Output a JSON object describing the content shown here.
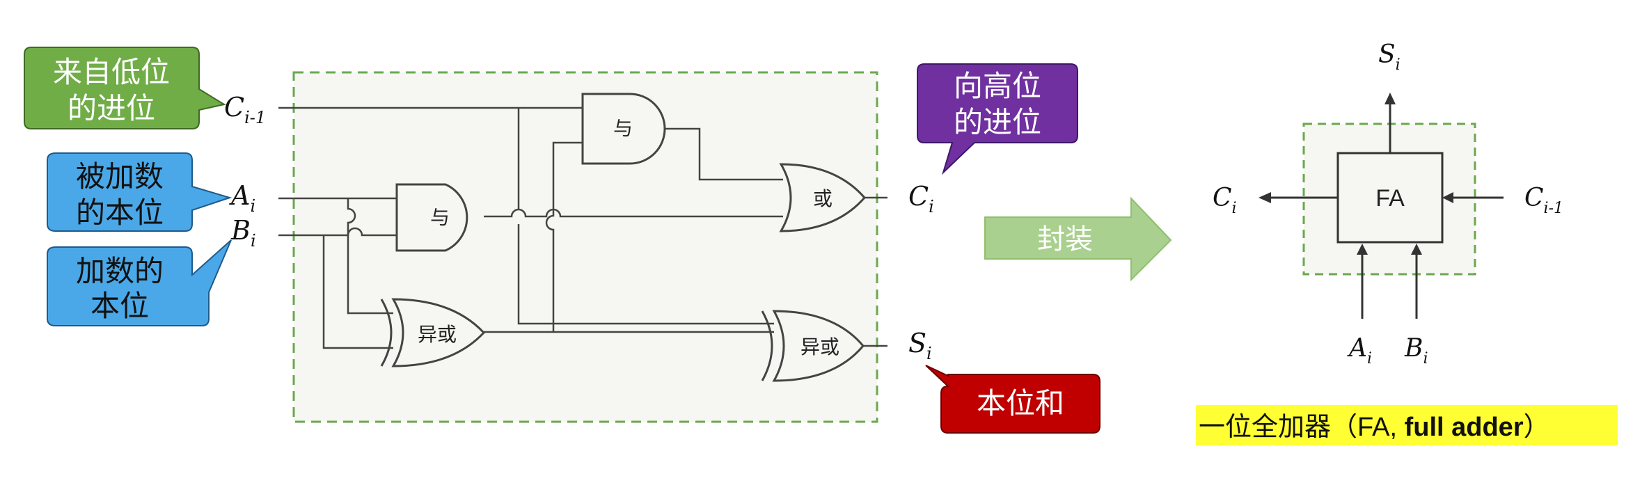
{
  "callouts": {
    "carry_in": {
      "line1": "来自低位",
      "line2": "的进位",
      "color": "#70ad47"
    },
    "augend": {
      "line1": "被加数",
      "line2": "的本位",
      "color": "#4aa8e8"
    },
    "addend": {
      "line1": "加数的",
      "line2": "本位",
      "color": "#4aa8e8"
    },
    "carry_out": {
      "line1": "向高位",
      "line2": "的进位",
      "color": "#7030a0"
    },
    "sum": {
      "line1": "本位和",
      "color": "#c00000"
    }
  },
  "gates": {
    "and_top": "与",
    "and_mid": "与",
    "or": "或",
    "xor_left": "异或",
    "xor_right": "异或"
  },
  "vars": {
    "c": "C",
    "a": "A",
    "b": "B",
    "s": "S",
    "sub_i": "i",
    "sub_im1": "i-1"
  },
  "arrow_label": "封装",
  "arrow_color": "#a9d08e",
  "fa_box_label": "FA",
  "caption": {
    "main": "一位全加器（FA,",
    "bold": " full adder",
    "end": "）",
    "highlight": "#ffff33"
  }
}
